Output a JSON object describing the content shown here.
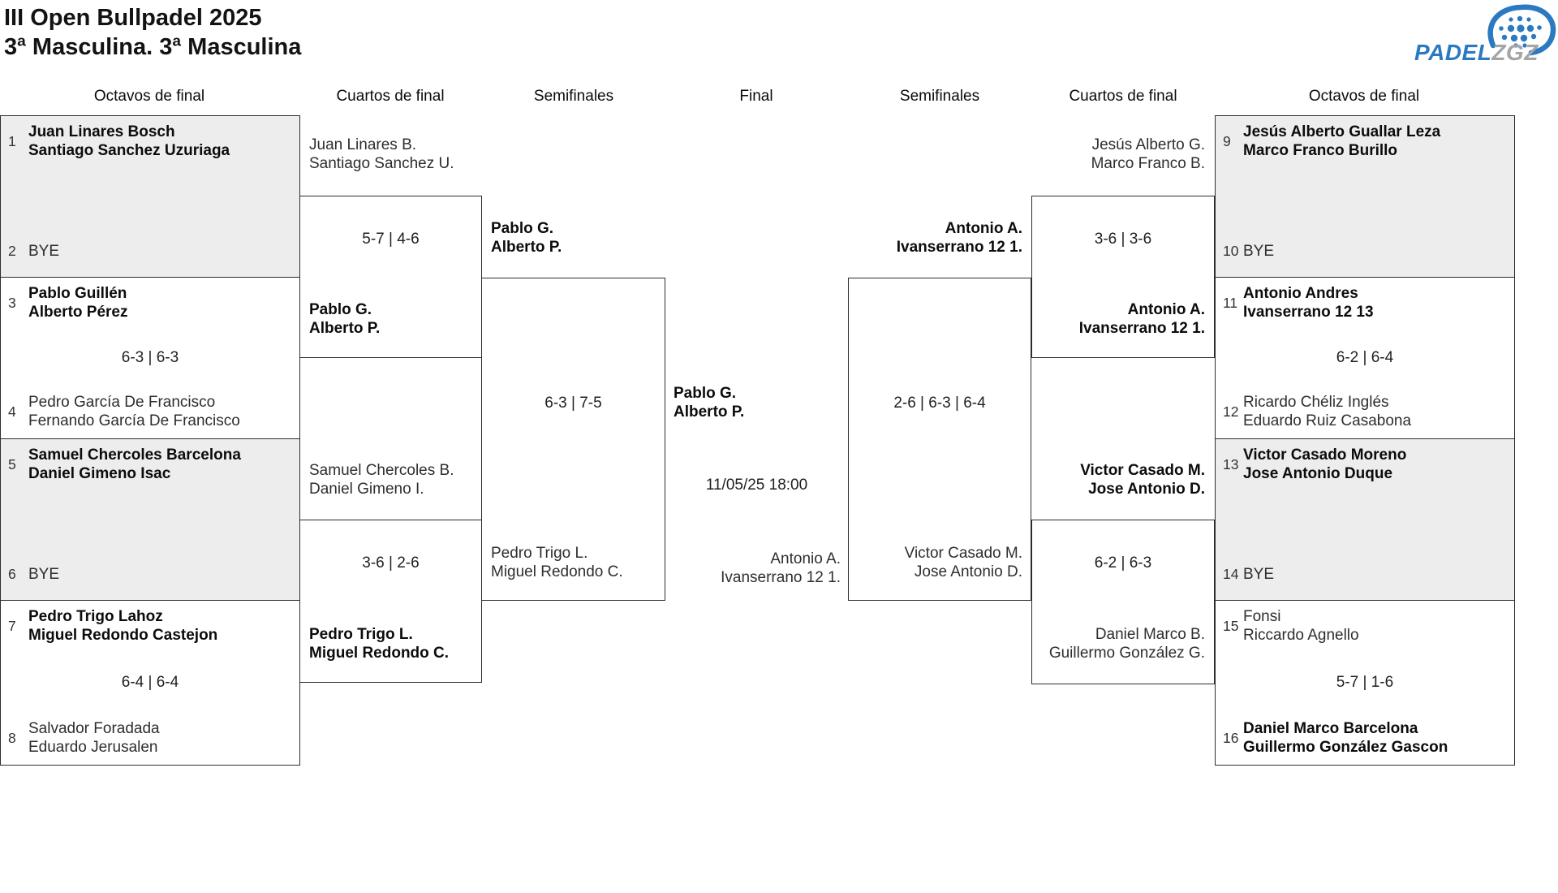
{
  "title": "III Open Bullpadel 2025",
  "subtitle": "3ª Masculina. 3ª Masculina",
  "logo": {
    "padel": "PADEL",
    "zgz": "ZGZ",
    "blue": "#2b7ac1",
    "gray": "#a5a5a8"
  },
  "round_headers": [
    "Octavos de final",
    "Cuartos de final",
    "Semifinales",
    "Final",
    "Semifinales",
    "Cuartos de final",
    "Octavos de final"
  ],
  "octavos_left": [
    {
      "seed_a": "1",
      "team_a": [
        "Juan Linares Bosch",
        "Santiago Sanchez Uzuriaga"
      ],
      "seed_b": "2",
      "bye_b": "BYE"
    },
    {
      "seed_a": "3",
      "team_a": [
        "Pablo Guillén",
        "Alberto Pérez"
      ],
      "score": "6-3 | 6-3",
      "seed_b": "4",
      "team_b": [
        "Pedro García De Francisco",
        "Fernando García De Francisco"
      ]
    },
    {
      "seed_a": "5",
      "team_a": [
        "Samuel Chercoles Barcelona",
        "Daniel Gimeno Isac"
      ],
      "seed_b": "6",
      "bye_b": "BYE"
    },
    {
      "seed_a": "7",
      "team_a": [
        "Pedro Trigo Lahoz",
        "Miguel Redondo Castejon"
      ],
      "score": "6-4 | 6-4",
      "seed_b": "8",
      "team_b": [
        "Salvador Foradada",
        "Eduardo Jerusalen"
      ]
    }
  ],
  "quarters_left": {
    "q1": {
      "from_top": [
        "Juan Linares B.",
        "Santiago Sanchez U."
      ],
      "score": "5-7 | 4-6",
      "winner": [
        "Pablo G.",
        "Alberto P."
      ]
    },
    "q2": {
      "from_top": [
        "Samuel Chercoles B.",
        "Daniel Gimeno I."
      ],
      "score": "3-6 | 2-6",
      "winner": [
        "Pedro Trigo L.",
        "Miguel Redondo C."
      ]
    }
  },
  "semi_left": {
    "top": [
      "Pablo G.",
      "Alberto P."
    ],
    "score": "6-3 | 7-5",
    "bottom": [
      "Pedro Trigo L.",
      "Miguel Redondo C."
    ]
  },
  "final": {
    "top": [
      "Pablo G.",
      "Alberto P."
    ],
    "datetime": "11/05/25 18:00",
    "bottom": [
      "Antonio A.",
      "Ivanserrano 12 1."
    ]
  },
  "semi_right": {
    "top": [
      "Antonio A.",
      "Ivanserrano 12 1."
    ],
    "score": "2-6 | 6-3 | 6-4",
    "bottom": [
      "Victor Casado M.",
      "Jose Antonio D."
    ]
  },
  "quarters_right": {
    "q1": {
      "from_top": [
        "Jesús Alberto G.",
        "Marco Franco B."
      ],
      "score": "3-6 | 3-6",
      "winner": [
        "Antonio A.",
        "Ivanserrano 12 1."
      ]
    },
    "q2": {
      "winner": [
        "Victor Casado M.",
        "Jose Antonio D."
      ],
      "score": "6-2 | 6-3",
      "from_bottom": [
        "Daniel Marco B.",
        "Guillermo González G."
      ]
    }
  },
  "octavos_right": [
    {
      "seed_a": "9",
      "team_a": [
        "Jesús Alberto Guallar Leza",
        "Marco Franco Burillo"
      ],
      "seed_b": "10",
      "bye_b": "BYE"
    },
    {
      "seed_a": "11",
      "team_a": [
        "Antonio Andres",
        "Ivanserrano 12 13"
      ],
      "score": "6-2 | 6-4",
      "seed_b": "12",
      "team_b": [
        "Ricardo Chéliz Inglés",
        "Eduardo Ruiz Casabona"
      ]
    },
    {
      "seed_a": "13",
      "team_a": [
        "Victor Casado Moreno",
        "Jose Antonio Duque"
      ],
      "seed_b": "14",
      "bye_b": "BYE"
    },
    {
      "seed_a": "15",
      "team_a": [
        "Fonsi",
        "Riccardo Agnello"
      ],
      "score": "5-7 | 1-6",
      "seed_b": "16",
      "team_b": [
        "Daniel Marco Barcelona",
        "Guillermo González Gascon"
      ]
    }
  ]
}
